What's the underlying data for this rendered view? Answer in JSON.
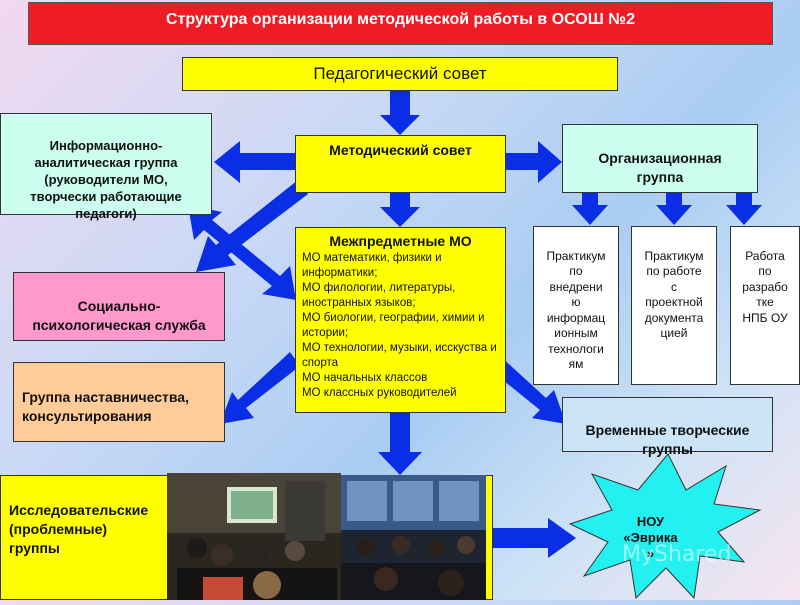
{
  "title": "Структура организации методической работы в ОСОШ №2",
  "nodes": {
    "ped_council": "Педагогический совет",
    "method_council": "Методический совет",
    "info_group": "Информационно-\nаналитическая группа\n(руководители МО,\nтворчески работающие\nпедагоги)",
    "org_group": "Организационная\nгруппа",
    "mezh_mo_title": "Межпредметные МО",
    "mezh_mo_items": [
      "МО математики, физики и информатики;",
      "МО филологии, литературы, иностранных языков;",
      "МО биологии, географии, химии и истории;",
      "МО технологии, музыки, исскуства и спорта",
      "МО начальных классов",
      "МО классных руководителей"
    ],
    "social_service": "Социально-\nпсихологическая служба",
    "mentoring": "Группа наставничества,\nконсультирования",
    "practicum_1": "Практикум\nпо\nвнедрени\nю\nинформац\nионным\nтехнологи\nям",
    "practicum_2": "Практикум\nпо работе\nс\nпроектной\nдокумента\nцией",
    "work_npb": "Работа\nпо\nразрабо\nтке\nНПБ ОУ",
    "temp_groups": "Временные творческие\nгруппы",
    "research_groups": "Исследовательские\n(проблемные)\nгруппы",
    "nou": "НОУ\n«Эврика\n»"
  },
  "watermark": "MyShared",
  "colors": {
    "title_bg": "#ee1c24",
    "yellow": "#ffff00",
    "teal": "#ccffef",
    "pink": "#ff99cc",
    "peach": "#ffcc99",
    "light_blue": "#cce4f7",
    "arrow_blue": "#0a2ee6",
    "star_cyan": "#23f0f0"
  },
  "icons": {
    "arrows": "block-arrow",
    "star": "burst-star"
  }
}
